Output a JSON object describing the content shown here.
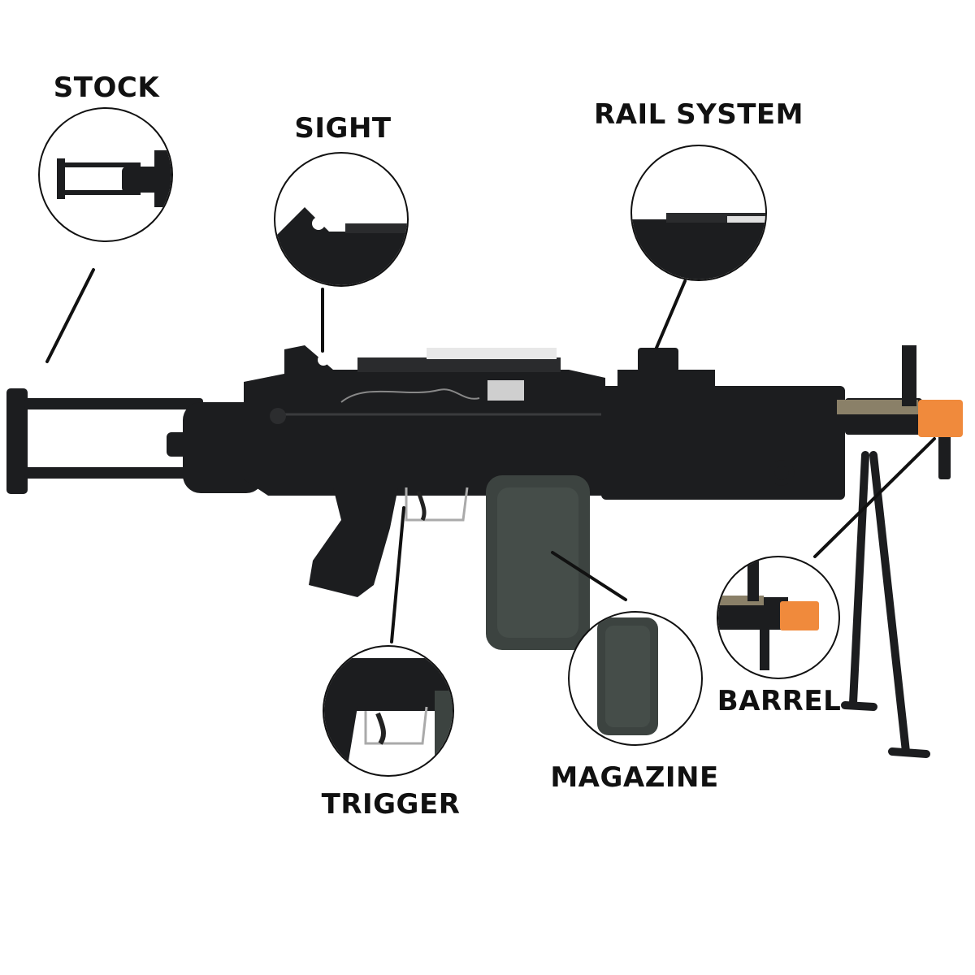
{
  "labels": {
    "stock": "STOCK",
    "sight": "SIGHT",
    "rail_system": "RAIL SYSTEM",
    "trigger": "TRIGGER",
    "magazine": "MAGAZINE",
    "barrel": "BARREL"
  },
  "colors": {
    "gun_body": "#1c1d1f",
    "magazine": "#3c4340",
    "muzzle": "#f08a3c",
    "tan_accent": "#8a8068"
  }
}
